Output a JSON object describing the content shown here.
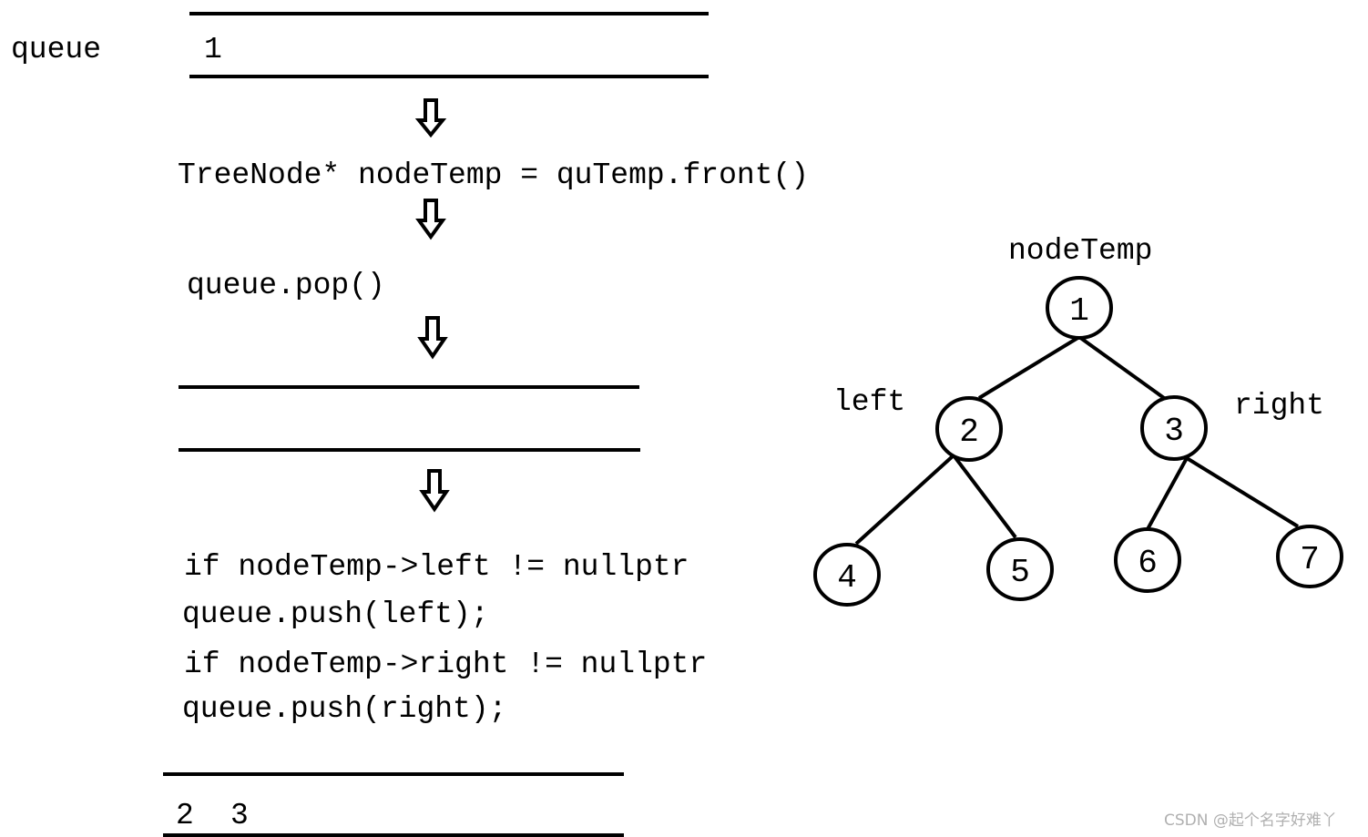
{
  "queue_label": "queue",
  "initial_queue": [
    "1"
  ],
  "steps": {
    "front": "TreeNode* nodeTemp = quTemp.front()",
    "pop": "queue.pop()",
    "code": [
      "if nodeTemp->left != nullptr",
      "queue.push(left);",
      "if nodeTemp->right != nullptr",
      "queue.push(right);"
    ]
  },
  "final_queue": [
    "2",
    "3"
  ],
  "tree": {
    "root_label": "nodeTemp",
    "left_label": "left",
    "right_label": "right",
    "nodes": [
      "1",
      "2",
      "3",
      "4",
      "5",
      "6",
      "7"
    ]
  },
  "watermark": "CSDN @起个名字好难丫"
}
